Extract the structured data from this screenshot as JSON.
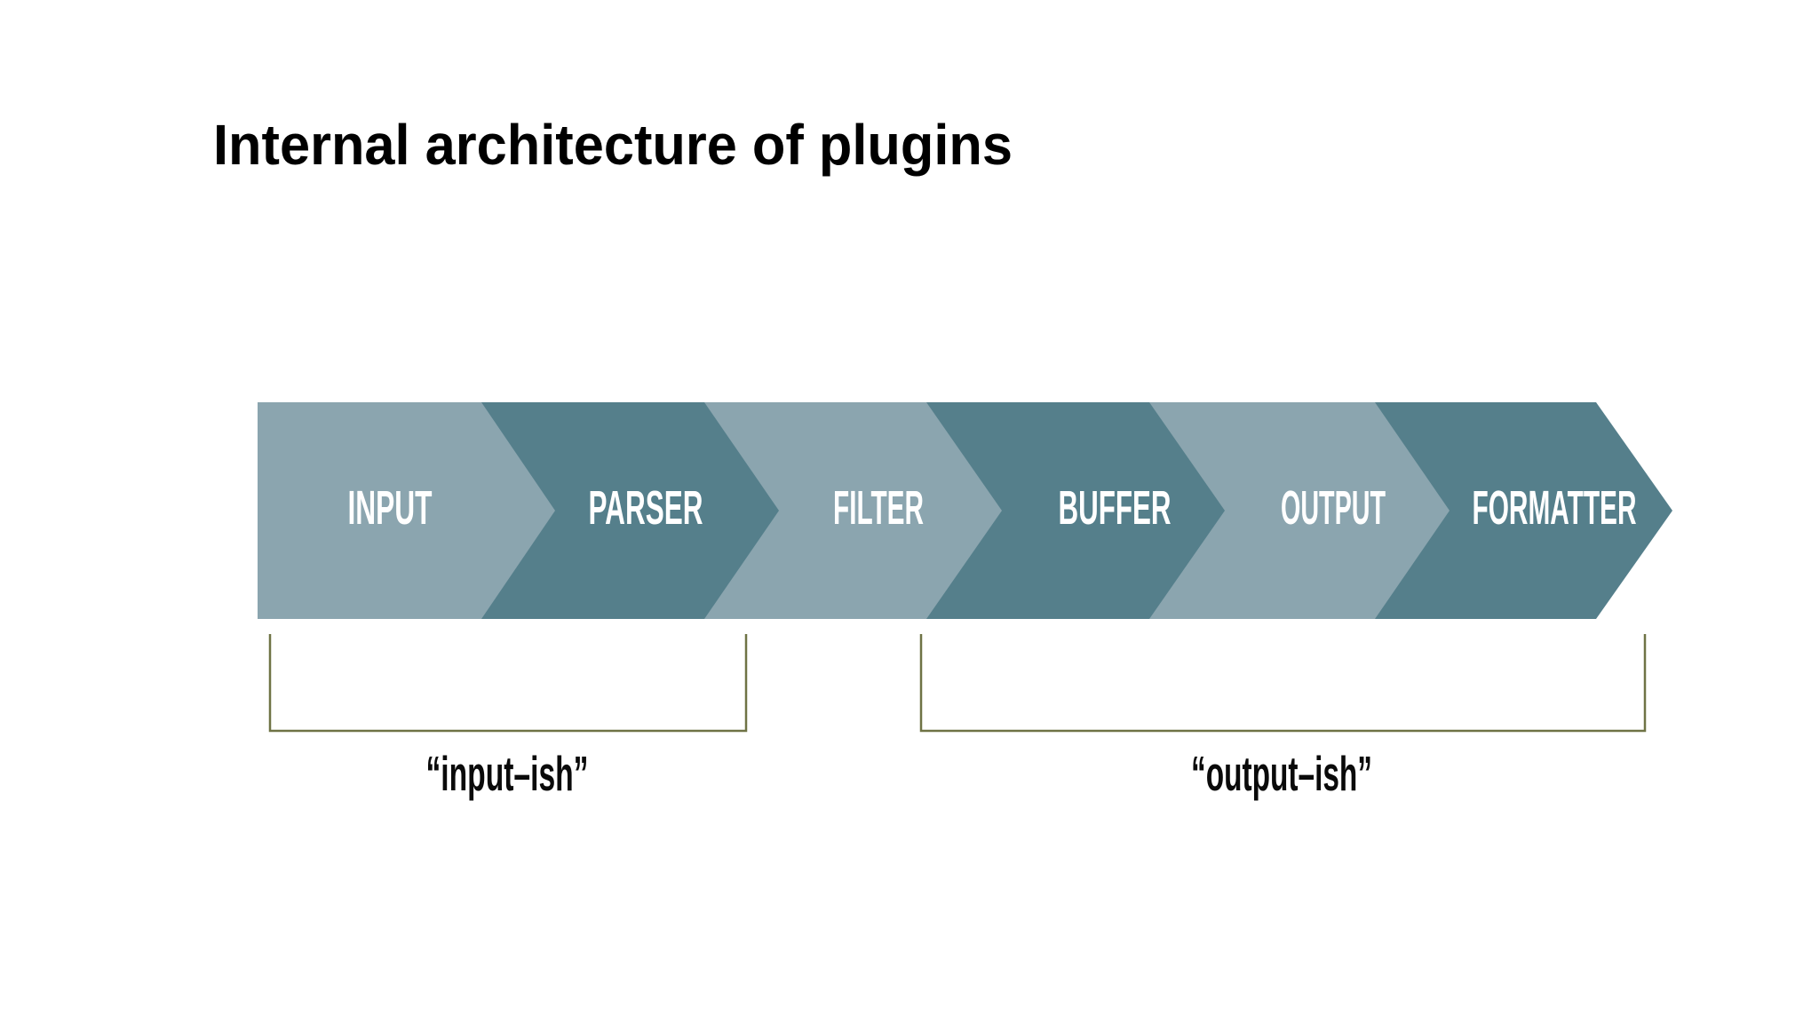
{
  "title": "Internal architecture of plugins",
  "flow": {
    "direction": "left-to-right",
    "stages": [
      {
        "label": "INPUT",
        "tone": "light"
      },
      {
        "label": "PARSER",
        "tone": "dark"
      },
      {
        "label": "FILTER",
        "tone": "light"
      },
      {
        "label": "BUFFER",
        "tone": "dark"
      },
      {
        "label": "OUTPUT",
        "tone": "light"
      },
      {
        "label": "FORMATTER",
        "tone": "dark"
      }
    ]
  },
  "brackets": {
    "items": [
      {
        "label": "“input–ish”",
        "spans_stages": [
          "INPUT",
          "PARSER"
        ]
      },
      {
        "label": "“output–ish”",
        "spans_stages": [
          "BUFFER",
          "OUTPUT",
          "FORMATTER"
        ]
      }
    ]
  },
  "colors": {
    "background": "#ffffff",
    "title_text": "#000000",
    "stage_light": "#8BA5AF",
    "stage_dark": "#557F8B",
    "stage_label_text": "#ffffff",
    "bracket_line": "#6F7345",
    "bracket_label_text": "#0a0a0a"
  }
}
